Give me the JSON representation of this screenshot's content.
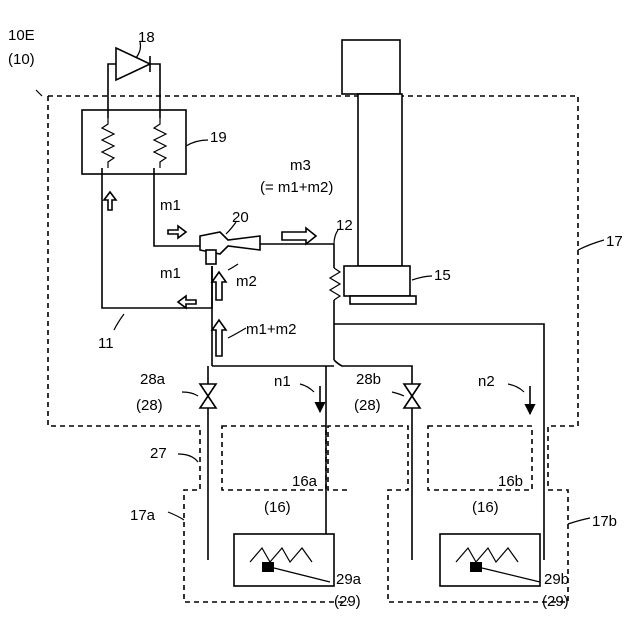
{
  "system": {
    "id": "10E",
    "ref": "(10)"
  },
  "components": {
    "outdoor_unit": "17",
    "indoor_unit_a": "17a",
    "indoor_unit_b": "17b",
    "radiator": "19",
    "compressor": "18",
    "ejector": "20",
    "main_pipe": "11",
    "pipe_12": "12",
    "stage": "15",
    "pipe_27": "27"
  },
  "valves": {
    "a": {
      "label": "28a",
      "ref": "(28)"
    },
    "b": {
      "label": "28b",
      "ref": "(28)"
    }
  },
  "loads": {
    "a": {
      "label": "16a",
      "ref": "(16)"
    },
    "b": {
      "label": "16b",
      "ref": "(16)"
    }
  },
  "sensors": {
    "a": {
      "label": "29a",
      "ref": "(29)"
    },
    "b": {
      "label": "29b",
      "ref": "(29)"
    }
  },
  "flows": {
    "m1_top": "m1",
    "m1_bottom": "m1",
    "m2": "m2",
    "m1m2": "m1+m2",
    "m3": "m3",
    "m3_eq": "(= m1+m2)",
    "n1": "n1",
    "n2": "n2"
  }
}
